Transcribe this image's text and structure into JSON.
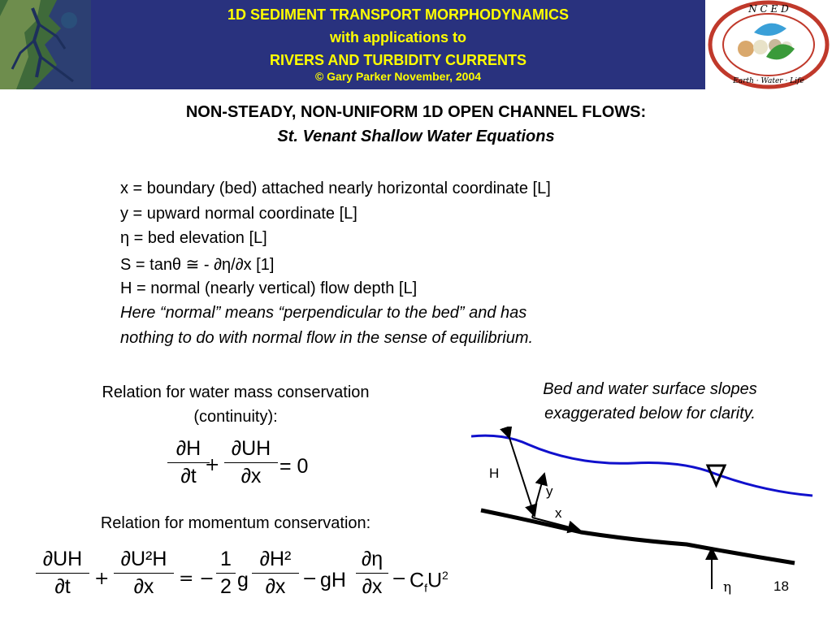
{
  "header": {
    "title_line1": "1D SEDIMENT TRANSPORT MORPHODYNAMICS",
    "title_line2": "with applications to",
    "title_line3": "RIVERS AND TURBIDITY CURRENTS",
    "copyright": "© Gary Parker November, 2004",
    "logo_letters": [
      "N",
      "C",
      "E",
      "D"
    ],
    "logo_ring_text": "Earth · Water · Life",
    "colors": {
      "banner": "#29327e",
      "title": "#ffff00",
      "logo_ring": "#c0392b"
    }
  },
  "slide": {
    "title": "NON-STEADY, NON-UNIFORM 1D OPEN CHANNEL FLOWS:",
    "subtitle": "St. Venant Shallow Water Equations",
    "definitions": [
      "x = boundary (bed) attached nearly horizontal coordinate [L]",
      "y = upward normal coordinate [L]",
      "η = bed elevation [L]",
      "S = tanθ ≅ - ∂η/∂x [1]",
      "H = normal (nearly vertical) flow depth [L]"
    ],
    "note_line1": "Here “normal” means “perpendicular to the bed” and has",
    "note_line2": "nothing to do with normal flow in the sense of equilibrium.",
    "mass_label_line1": "Relation for water mass conservation",
    "mass_label_line2": "(continuity):",
    "momentum_label": "Relation for momentum conservation:",
    "diagram_caption_line1": "Bed and water surface slopes",
    "diagram_caption_line2": "exaggerated below for clarity.",
    "page_number": "18"
  },
  "equations": {
    "continuity": {
      "t1_num": "∂H",
      "t1_den": "∂t",
      "plus": "+",
      "t2_num": "∂UH",
      "t2_den": "∂x",
      "rhs": "= 0"
    },
    "momentum": {
      "t1_num": "∂UH",
      "t1_den": "∂t",
      "t2_num": "∂U²H",
      "t2_den": "∂x",
      "half_num": "1",
      "half_den": "2",
      "g": "g",
      "t3_num": "∂H²",
      "t3_den": "∂x",
      "gH": "gH",
      "t4_num": "∂η",
      "t4_den": "∂x",
      "cf": "C",
      "cf_sub": "f",
      "u2": "U",
      "u2_sup": "2"
    }
  },
  "diagram": {
    "H_label": "H",
    "y_label": "y",
    "x_label": "x",
    "eta_label": "η",
    "water_symbol": "∇",
    "colors": {
      "water_surface": "#1010cc",
      "bed": "#000000"
    }
  }
}
